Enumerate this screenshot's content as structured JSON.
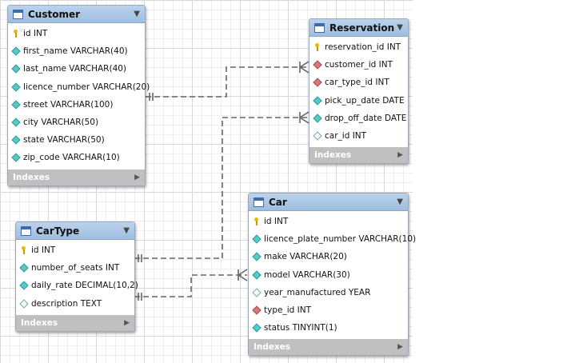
{
  "entities": [
    {
      "id": "customer",
      "title": "Customer",
      "footer": "Indexes",
      "columns": [
        {
          "text": "id INT",
          "kind": "pk"
        },
        {
          "text": "first_name VARCHAR(40)",
          "kind": "col"
        },
        {
          "text": "last_name VARCHAR(40)",
          "kind": "col"
        },
        {
          "text": "licence_number VARCHAR(20)",
          "kind": "col"
        },
        {
          "text": "street VARCHAR(100)",
          "kind": "col"
        },
        {
          "text": "city VARCHAR(50)",
          "kind": "col"
        },
        {
          "text": "state VARCHAR(50)",
          "kind": "col"
        },
        {
          "text": "zip_code VARCHAR(10)",
          "kind": "col"
        }
      ]
    },
    {
      "id": "reservation",
      "title": "Reservation",
      "footer": "Indexes",
      "columns": [
        {
          "text": "reservation_id INT",
          "kind": "pk"
        },
        {
          "text": "customer_id INT",
          "kind": "fk"
        },
        {
          "text": "car_type_id INT",
          "kind": "fk"
        },
        {
          "text": "pick_up_date DATE",
          "kind": "col"
        },
        {
          "text": "drop_off_date DATE",
          "kind": "col"
        },
        {
          "text": "car_id INT",
          "kind": "null"
        }
      ]
    },
    {
      "id": "cartype",
      "title": "CarType",
      "footer": "Indexes",
      "columns": [
        {
          "text": "id INT",
          "kind": "pk"
        },
        {
          "text": "number_of_seats INT",
          "kind": "col"
        },
        {
          "text": "daily_rate DECIMAL(10,2)",
          "kind": "col"
        },
        {
          "text": "description TEXT",
          "kind": "null"
        }
      ]
    },
    {
      "id": "car",
      "title": "Car",
      "footer": "Indexes",
      "columns": [
        {
          "text": "id INT",
          "kind": "pk"
        },
        {
          "text": "licence_plate_number VARCHAR(10)",
          "kind": "col"
        },
        {
          "text": "make VARCHAR(20)",
          "kind": "col"
        },
        {
          "text": "model VARCHAR(30)",
          "kind": "col"
        },
        {
          "text": "year_manufactured YEAR",
          "kind": "null"
        },
        {
          "text": "type_id INT",
          "kind": "fk"
        },
        {
          "text": "status TINYINT(1)",
          "kind": "col"
        }
      ]
    }
  ],
  "relationships": [
    {
      "from": "customer",
      "to": "reservation"
    },
    {
      "from": "cartype",
      "to": "reservation"
    },
    {
      "from": "cartype",
      "to": "car"
    }
  ],
  "colors": {
    "header": "#9dbde0",
    "footer": "#c0c0c0",
    "line": "#666666",
    "pk": "#e8b800",
    "column": "#57c9c9",
    "fk": "#d97a7a"
  }
}
